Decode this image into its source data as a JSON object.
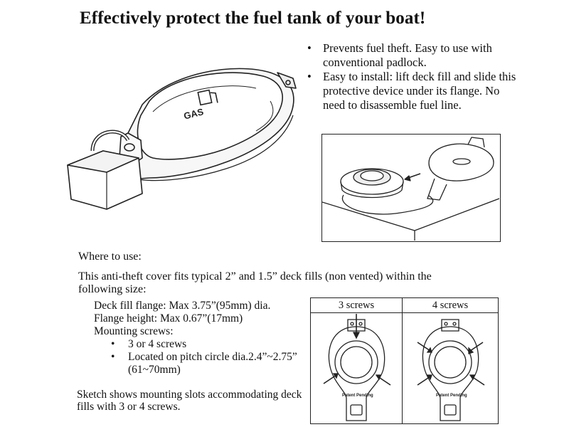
{
  "title": "Effectively protect the fuel tank of your boat!",
  "features": [
    {
      "text": "Prevents fuel theft. Easy to use with conventional padlock."
    },
    {
      "text": "Easy to install: lift deck fill and slide this protective device under its flange. No need to disassemble fuel line."
    }
  ],
  "product_illustration": {
    "icon_label": "GAS"
  },
  "where_heading": "Where to use:",
  "fits_text": "This anti-theft cover fits typical 2” and 1.5” deck fills (non vented) within the following size:",
  "specs": {
    "flange": "Deck fill flange: Max 3.75”(95mm) dia.",
    "height": "Flange height: Max 0.67”(17mm)",
    "screws_label": "Mounting screws:",
    "screw_items": [
      {
        "text": "3 or 4 screws"
      },
      {
        "text": "Located on pitch circle dia.2.4”~2.75”"
      }
    ],
    "pitch_mm": "(61~70mm)"
  },
  "sketch_text": "Sketch shows mounting slots accommodating deck fills with 3 or 4 screws.",
  "screws_table": {
    "columns": [
      "3 screws",
      "4 screws"
    ],
    "patent_label": "Patent Pending"
  }
}
